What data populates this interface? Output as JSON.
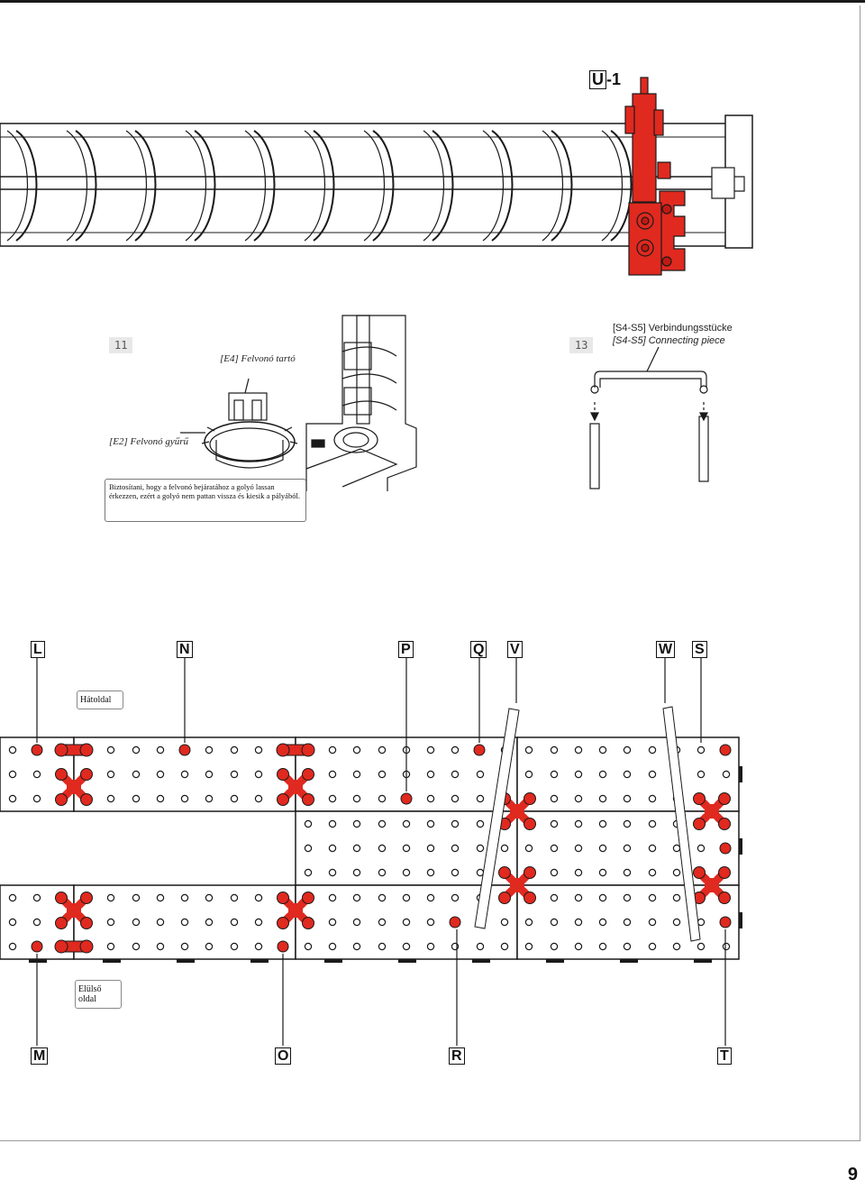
{
  "page_number": "9",
  "part_label": {
    "letter": "U",
    "suffix": "-1"
  },
  "step11": {
    "number": "11",
    "caption_top": "[E4] Felvonó tartó",
    "caption_left": "[E2] Felvonó gyűrű",
    "note": "Biztosítani, hogy a felvonó bejáratához a golyó lassan érkezzen, ezért a golyó nem pattan vissza és kiesik a pályából."
  },
  "step13": {
    "number": "13",
    "caption_de": "[S4-S5] Verbindungsstücke",
    "caption_en": "[S4-S5] Connecting piece"
  },
  "board": {
    "back_label": "Hátoldal",
    "front_label": "Elülső oldal",
    "top_labels": [
      "L",
      "N",
      "P",
      "Q",
      "V",
      "W",
      "S"
    ],
    "bottom_labels": [
      "M",
      "O",
      "R",
      "T"
    ]
  },
  "colors": {
    "accent": "#e0291f",
    "line": "#1a1a1a"
  }
}
